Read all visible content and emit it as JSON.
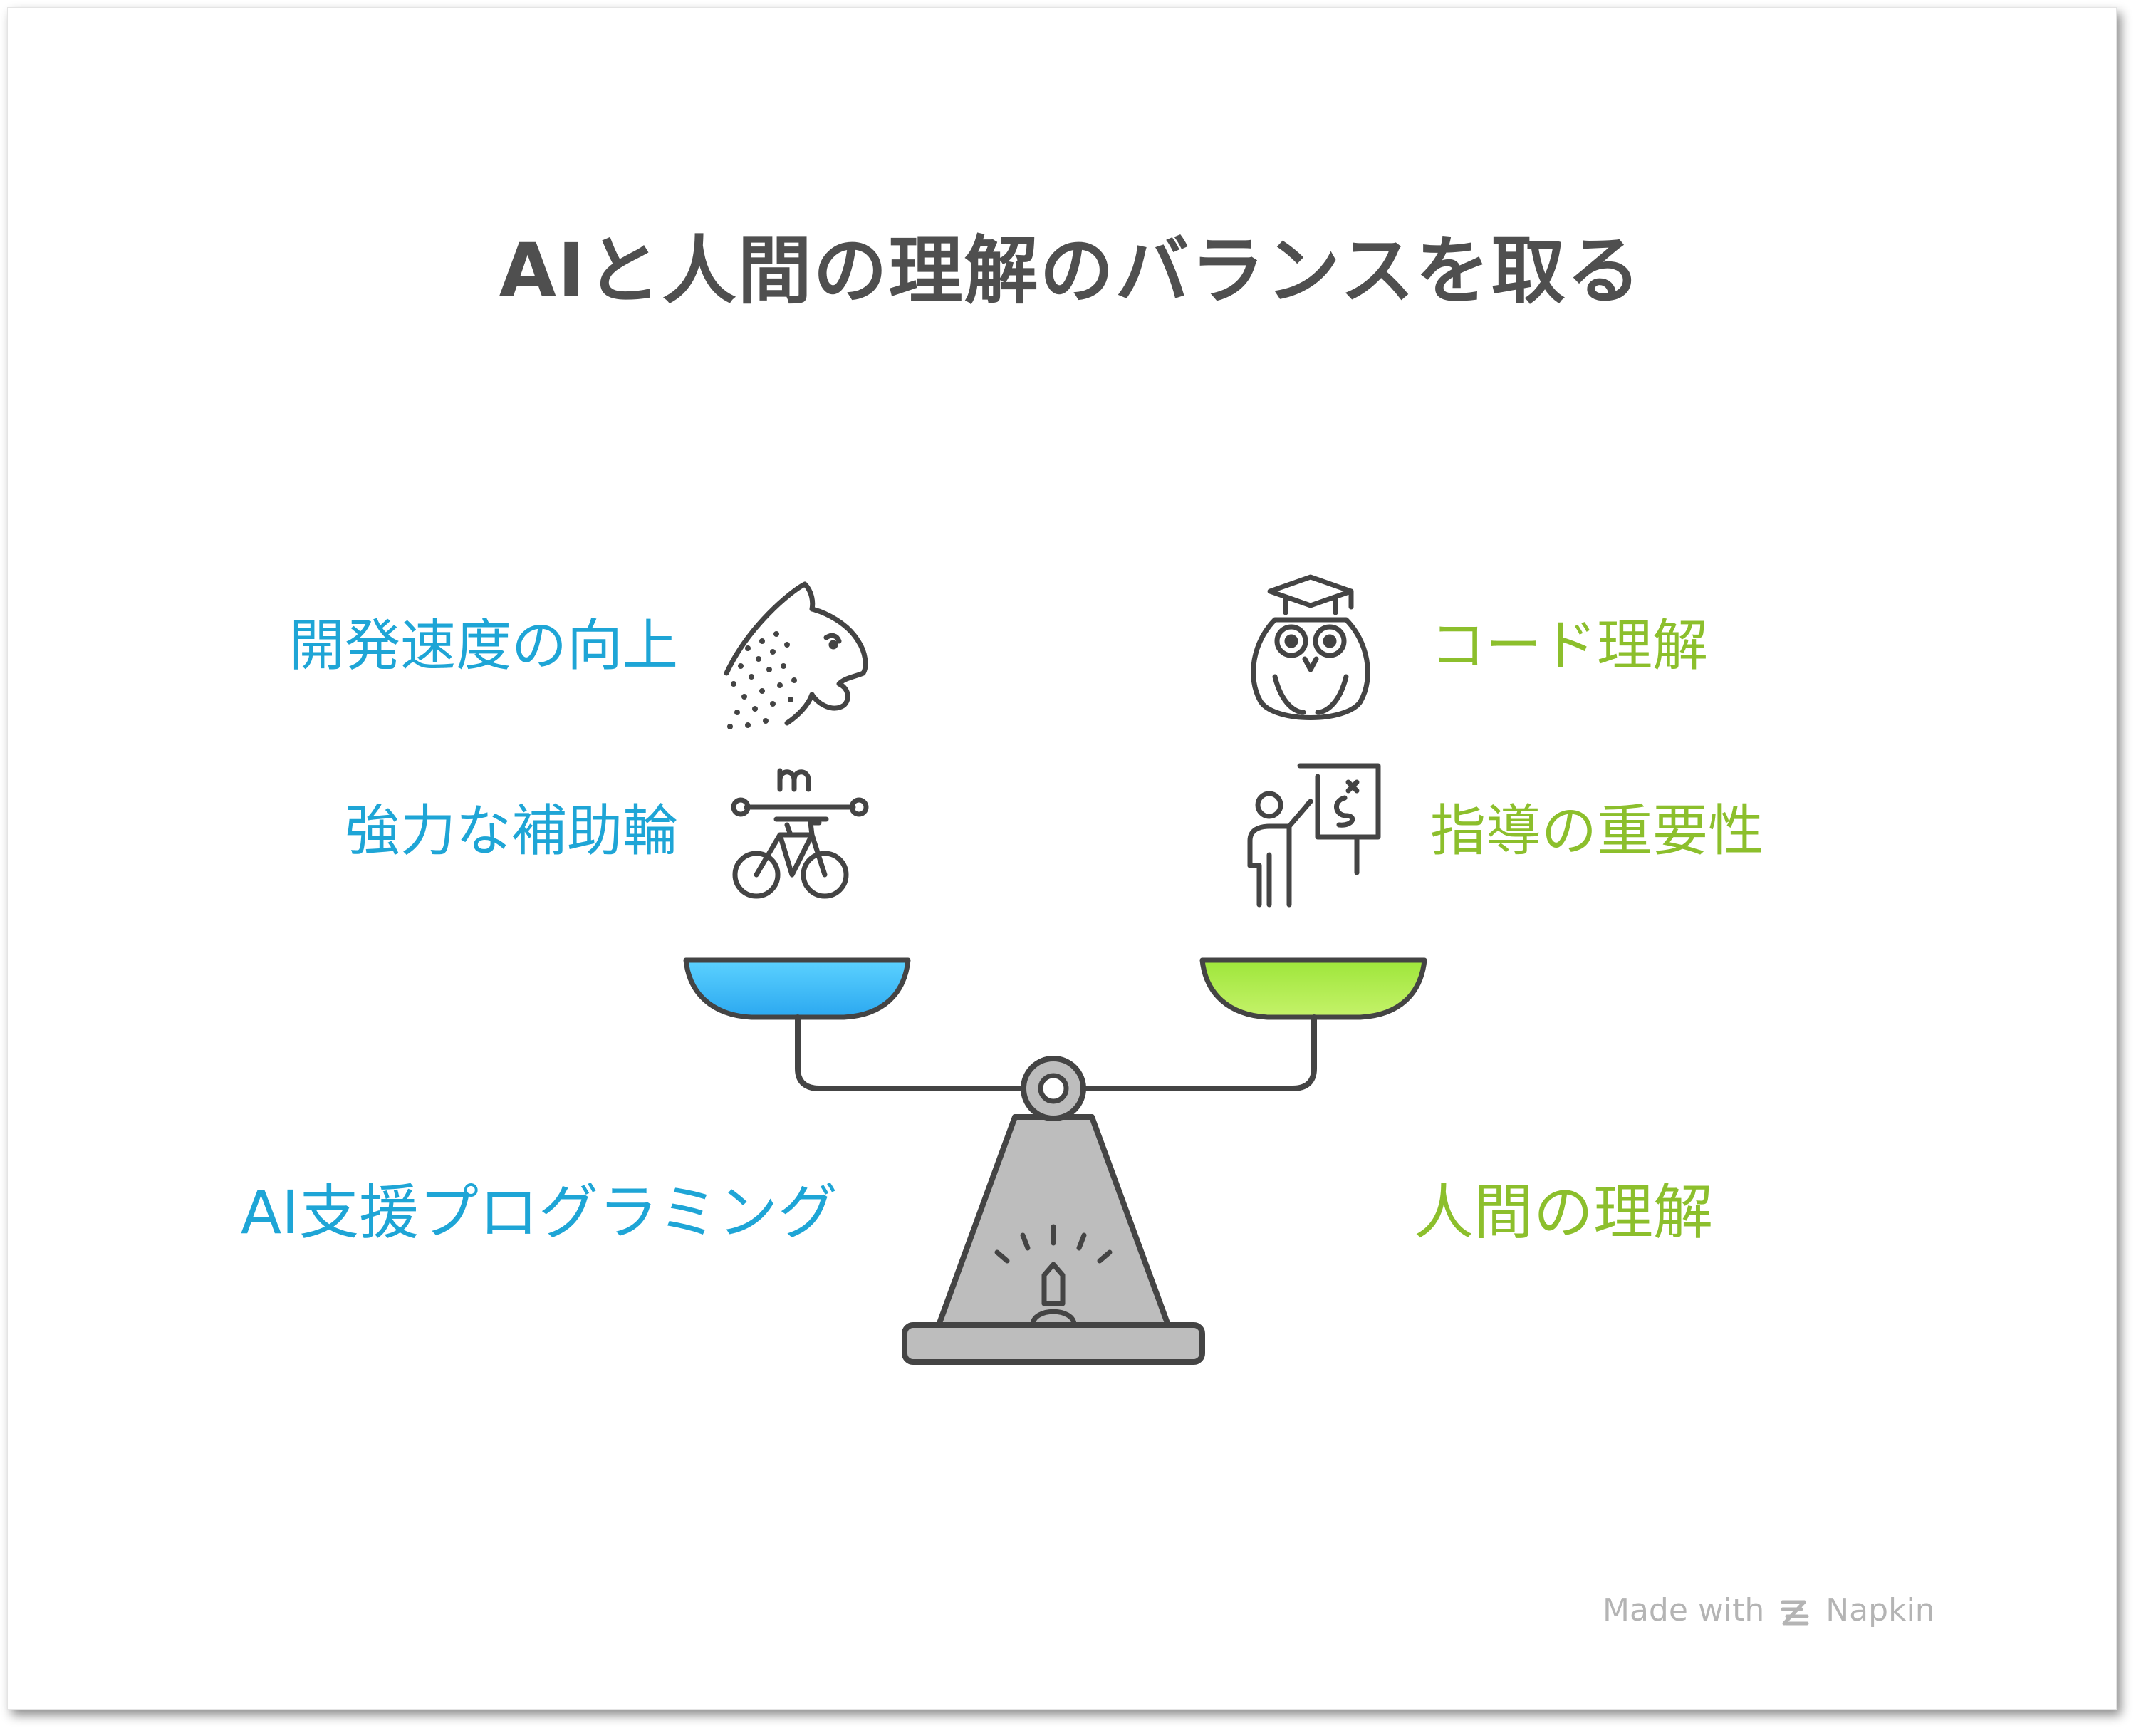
{
  "title": "AIと人間の理解のバランスを取る",
  "left": {
    "items": [
      "開発速度の向上",
      "強力な補助輪"
    ],
    "category": "AI支援プログラミング",
    "color": "#1ea5d6",
    "icons": [
      "cheetah-icon",
      "bicycle-icon"
    ]
  },
  "right": {
    "items": [
      "コード理解",
      "指導の重要性"
    ],
    "category": "人間の理解",
    "color": "#8cbf2c",
    "icons": [
      "owl-icon",
      "teacher-icon"
    ]
  },
  "footer": {
    "made_with": "Made with",
    "brand": "Napkin"
  }
}
